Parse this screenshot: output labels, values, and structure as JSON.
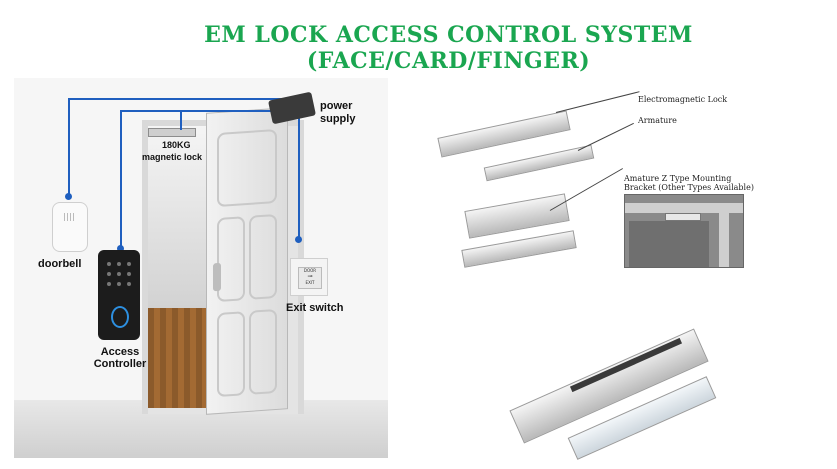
{
  "title": "EM LOCK ACCESS CONTROL SYSTEM (FACE/CARD/FINGER)",
  "left_diagram": {
    "power_supply": "power supply",
    "magnetic_lock_weight": "180KG",
    "magnetic_lock": "magnetic lock",
    "doorbell": "doorbell",
    "access_controller_line1": "Access",
    "access_controller_line2": "Controller",
    "exit_switch": "Exit switch",
    "exit_button_text1": "DOOR",
    "exit_button_text2": "EXIT"
  },
  "right_diagram": {
    "electromagnetic_lock": "Electromagnetic Lock",
    "armature": "Armature",
    "bracket_line1": "Amature Z Type Mounting",
    "bracket_line2": "Bracket (Other Types Available)"
  },
  "colors": {
    "title": "#1aa650",
    "wire": "#1f5fbf"
  }
}
